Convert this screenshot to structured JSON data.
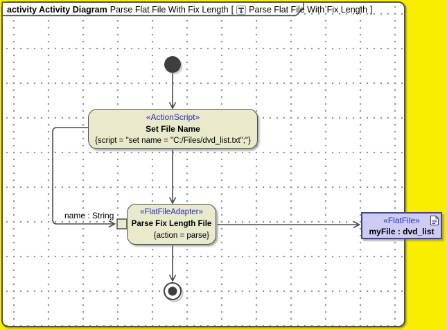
{
  "frame": {
    "keyword_and_kind": "activity Activity Diagram",
    "diagram_name": "Parse Flat File With Fix Length",
    "bracket_open": "[",
    "bracket_label": "Parse Flat File With Fix Length",
    "bracket_close": "]",
    "tab_icon": "activity-diagram-icon"
  },
  "nodes": {
    "set_file_name": {
      "stereotype": "«ActionScript»",
      "name": "Set File Name",
      "body": "{script = \"set name = \"C:/Files/dvd_list.txt\";\"}"
    },
    "parse_fix_length": {
      "stereotype": "«FlatFileAdapter»",
      "name": "Parse Fix Length File",
      "body": "{action = parse}"
    },
    "my_file_object": {
      "stereotype": "«FlatFile»",
      "name": "myFile : dvd_list",
      "icon": "document-icon"
    },
    "initial_node": "initial-node",
    "final_node": "activity-final-node",
    "input_pin": "input-pin"
  },
  "edges": {
    "pin_flow_label": "name : String"
  },
  "colors": {
    "canvas-yellow": "#f9ed00",
    "node-fill": "#e9e9cb",
    "node-border": "#4f4f4f",
    "stereo-blue": "#2b2bbe",
    "object-fill": "#ccccf5",
    "object-border": "#474787",
    "edge-color": "#4a4a4a"
  }
}
